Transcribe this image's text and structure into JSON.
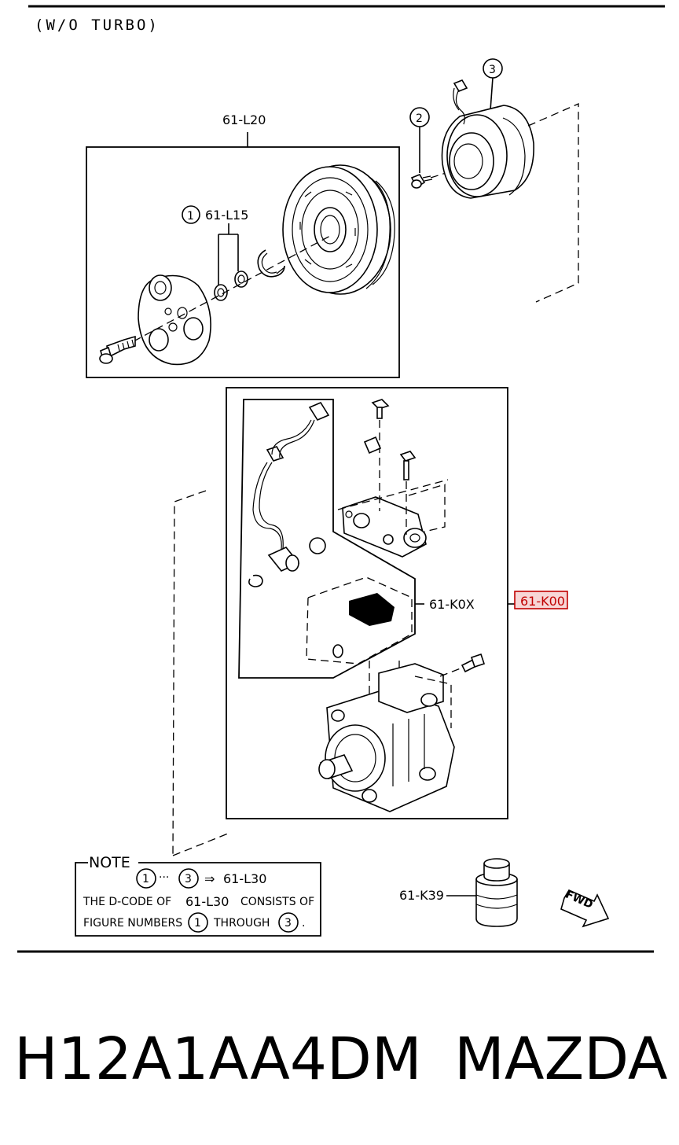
{
  "header": {
    "title": "(W/O  TURBO)"
  },
  "callouts": {
    "n1": "1",
    "n2": "2",
    "n3": "3",
    "l20": "61-L20",
    "l15": "61-L15",
    "k0x": "61-K0X",
    "k00": "61-K00",
    "k39": "61-K39"
  },
  "note": {
    "title": "NOTE",
    "line1_from": "1",
    "line1_sep": "···",
    "line1_to": "3",
    "line1_arrow": "⇒",
    "line1_code": "61-L30",
    "line2_a": "THE D-CODE OF",
    "line2_code": "61-L30",
    "line2_b": "CONSISTS OF",
    "line3_a": "FIGURE NUMBERS",
    "line3_from": "1",
    "line3_b": "THROUGH",
    "line3_to": "3",
    "line3_end": "."
  },
  "fwd_label": "FWD",
  "footer": {
    "part_number": "H12A1AA4DM",
    "brand": "MAZDA"
  },
  "colors": {
    "highlight": "#c00000"
  }
}
